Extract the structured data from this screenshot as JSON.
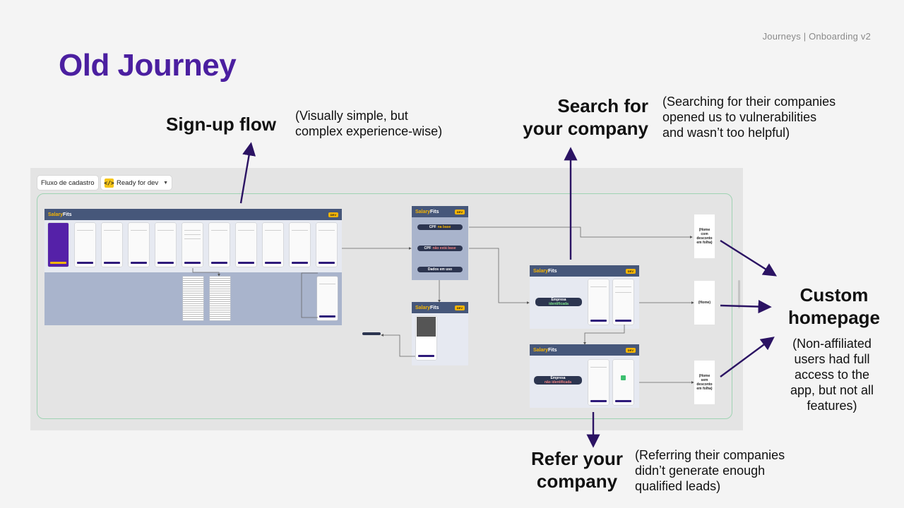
{
  "breadcrumb": "Journeys | Onboarding v2",
  "title": "Old Journey",
  "labels": {
    "signup": "Sign-up flow",
    "signup_note_1": "(Visually simple, but",
    "signup_note_2": "complex experience-wise)",
    "search_1": "Search for",
    "search_2": "your company",
    "search_note_1": "(Searching for their companies",
    "search_note_2": "opened us to vulnerabilities",
    "search_note_3": "and wasn’t too helpful)",
    "custom_1": "Custom",
    "custom_2": "homepage",
    "custom_note_1": "(Non-affiliated",
    "custom_note_2": "users had full",
    "custom_note_3": "access to the",
    "custom_note_4": "app, but not all",
    "custom_note_5": "features)",
    "refer_1": "Refer your",
    "refer_2": "company",
    "refer_note_1": "(Referring their companies",
    "refer_note_2": "didn’t generate enough",
    "refer_note_3": "qualified leads)"
  },
  "canvas": {
    "flow_label": "Fluxo de cadastro",
    "status_label": "Ready for dev",
    "brand_a": "Salary",
    "brand_b": "Fits",
    "cpf_in": "CPF",
    "cpf_in_tail": "na base",
    "cpf_out": "CPF",
    "cpf_out_tail": "não está base",
    "data_in_use": "Dados em uso",
    "company_id": "Empresa",
    "company_id_tail": "identificada",
    "company_noid": "Empresa",
    "company_noid_tail": "não identificada",
    "home_discount": "(Home com desconto em folha)",
    "home": "(Home)",
    "home_no_discount": "(Home sem desconto em folha)"
  },
  "colors": {
    "title": "#4b1fa0",
    "arrow": "#2b1363",
    "board_header": "#46577a",
    "accent": "#f7b500"
  }
}
